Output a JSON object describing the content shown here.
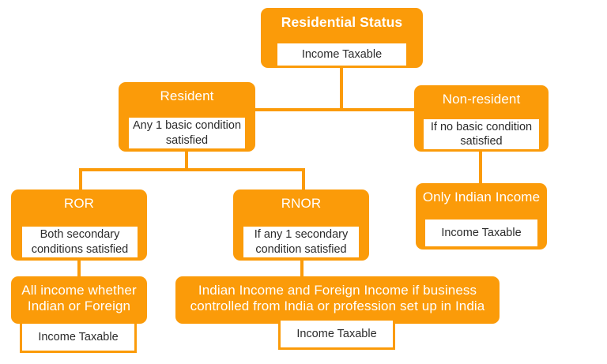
{
  "diagram": {
    "title": "Residential Status",
    "type": "flowchart",
    "theme": {
      "accent": "#fb9b09",
      "node_text": "#ffffff",
      "subbox_text": "#2b2b2b",
      "background": "#ffffff"
    },
    "nodes": [
      {
        "id": "residential-status",
        "title": "Residential Status",
        "subbox": "Income Taxable",
        "bold": true
      },
      {
        "id": "resident",
        "title": "Resident",
        "subbox": "Any 1 basic condition satisfied",
        "bold": false
      },
      {
        "id": "non-resident",
        "title": "Non-resident",
        "subbox": "If no basic condition satisfied",
        "bold": false
      },
      {
        "id": "ror",
        "title": "ROR",
        "subbox": "Both secondary conditions satisfied",
        "bold": false
      },
      {
        "id": "rnor",
        "title": "RNOR",
        "subbox": "If any 1 secondary condition satisfied",
        "bold": false
      },
      {
        "id": "only-indian-income",
        "title": "Only Indian Income",
        "subbox": "Income Taxable",
        "bold": false
      },
      {
        "id": "all-income",
        "title": "All income whether Indian or Foreign",
        "subbox": "Income Taxable",
        "bold": false
      },
      {
        "id": "indian-and-foreign-income",
        "title": "Indian Income and Foreign Income if business controlled from India or profession set up in India",
        "subbox": "Income Taxable",
        "bold": false
      }
    ],
    "edges": [
      {
        "from": "residential-status",
        "to": "resident"
      },
      {
        "from": "residential-status",
        "to": "non-resident"
      },
      {
        "from": "resident",
        "to": "ror"
      },
      {
        "from": "resident",
        "to": "rnor"
      },
      {
        "from": "non-resident",
        "to": "only-indian-income"
      },
      {
        "from": "ror",
        "to": "all-income"
      },
      {
        "from": "rnor",
        "to": "indian-and-foreign-income"
      }
    ]
  }
}
